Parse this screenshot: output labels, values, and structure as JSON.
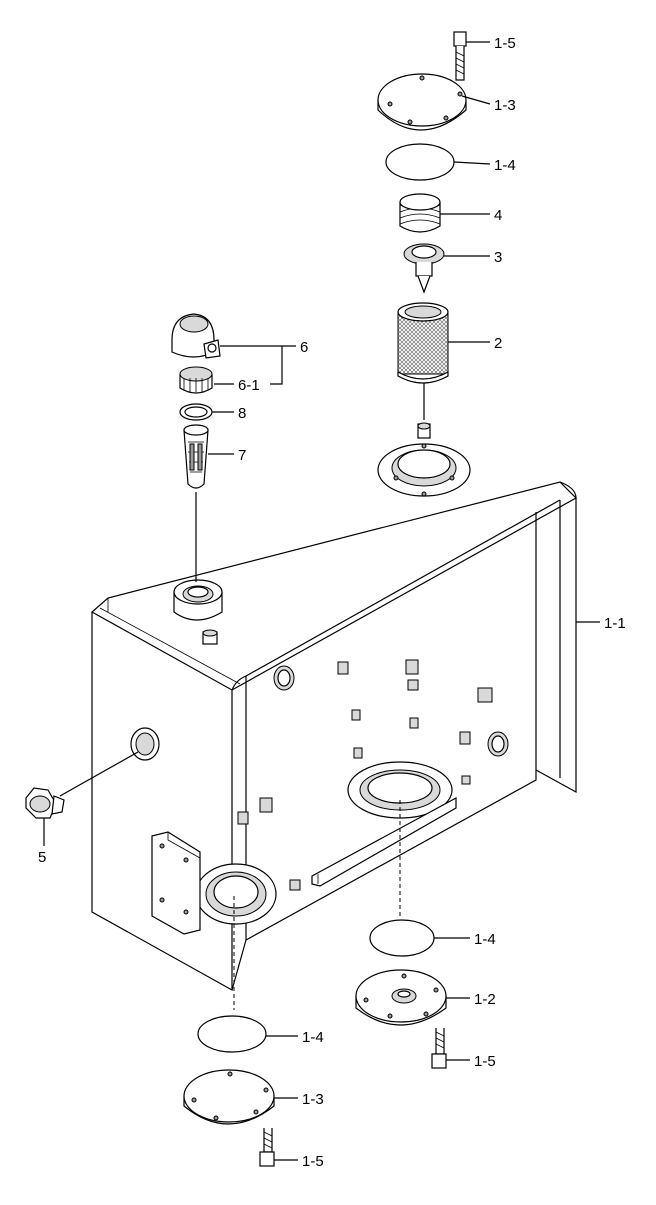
{
  "diagram": {
    "labels": {
      "l1": "1-5",
      "l2": "1-3",
      "l3": "1-4",
      "l4": "4",
      "l5": "3",
      "l6": "2",
      "l7": "6",
      "l8": "6-1",
      "l9": "8",
      "l10": "7",
      "l11": "1-1",
      "l12": "5",
      "l13": "1-4",
      "l14": "1-2",
      "l15": "1-5",
      "l16": "1-4",
      "l17": "1-3",
      "l18": "1-5"
    }
  }
}
